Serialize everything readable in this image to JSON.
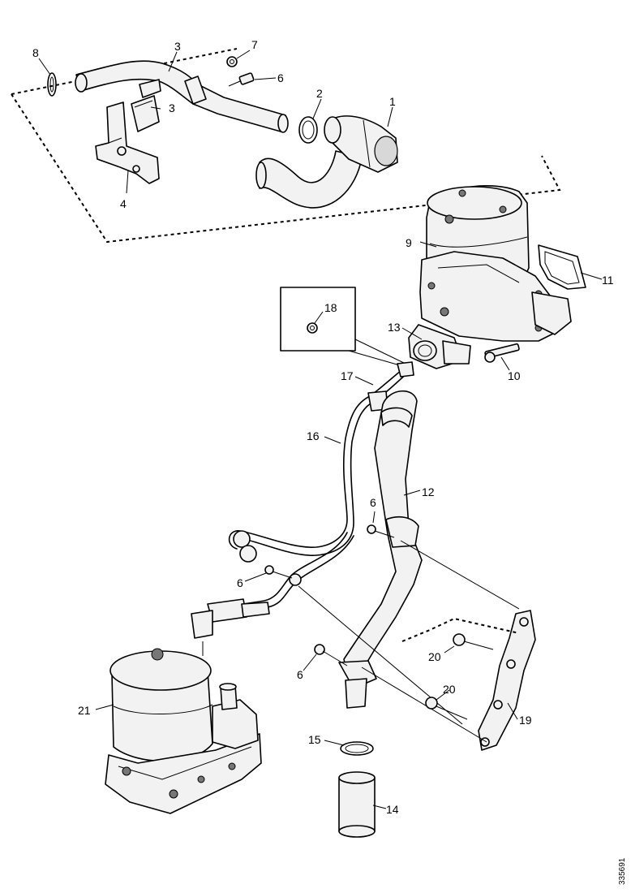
{
  "diagram": {
    "callouts": {
      "c1": "1",
      "c2": "2",
      "c3a": "3",
      "c3b": "3",
      "c4": "4",
      "c6a": "6",
      "c6b": "6",
      "c6c": "6",
      "c6d": "6",
      "c7": "7",
      "c8": "8",
      "c9": "9",
      "c10": "10",
      "c11": "11",
      "c12": "12",
      "c13": "13",
      "c14": "14",
      "c15": "15",
      "c16": "16",
      "c17": "17",
      "c18": "18",
      "c19": "19",
      "c20a": "20",
      "c20b": "20",
      "c21": "21"
    },
    "reference_code": "335691"
  }
}
